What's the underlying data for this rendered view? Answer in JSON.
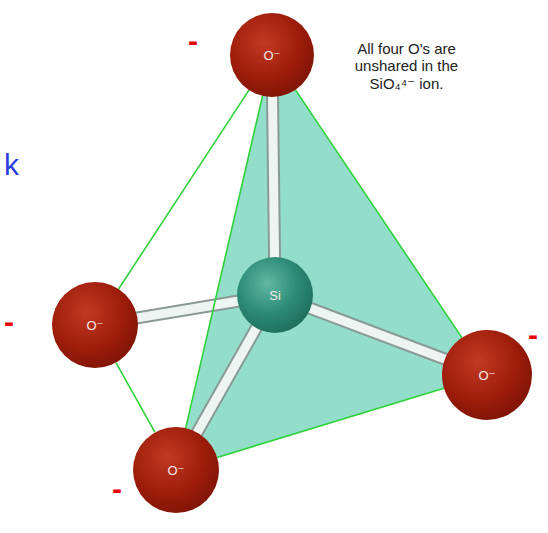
{
  "diagram": {
    "nodes": [
      {
        "text": [
          "O⁻"
        ]
      },
      {
        "text": [
          "Si"
        ]
      },
      {
        "text": [
          "O⁻"
        ]
      },
      {
        "text": [
          "O⁻"
        ]
      },
      {
        "text": [
          "O⁻"
        ]
      }
    ],
    "edges": [
      {
        "from": 1,
        "to": 0,
        "arrow": "none"
      },
      {
        "from": 1,
        "to": 2,
        "arrow": "none"
      },
      {
        "from": 1,
        "to": 3,
        "arrow": "none"
      },
      {
        "from": 1,
        "to": 4,
        "arrow": "none"
      },
      {
        "from": 0,
        "to": 2,
        "arrow": "none"
      },
      {
        "from": 0,
        "to": 4,
        "arrow": "none"
      },
      {
        "from": 0,
        "to": 3,
        "arrow": "none"
      },
      {
        "from": 2,
        "to": 4,
        "arrow": "none"
      },
      {
        "from": 4,
        "to": 3,
        "arrow": "none"
      }
    ],
    "labels": [
      "-",
      "-",
      "-",
      "-",
      "All four O's are unshared in the SiO₄⁴⁻ ion.",
      "k"
    ]
  }
}
